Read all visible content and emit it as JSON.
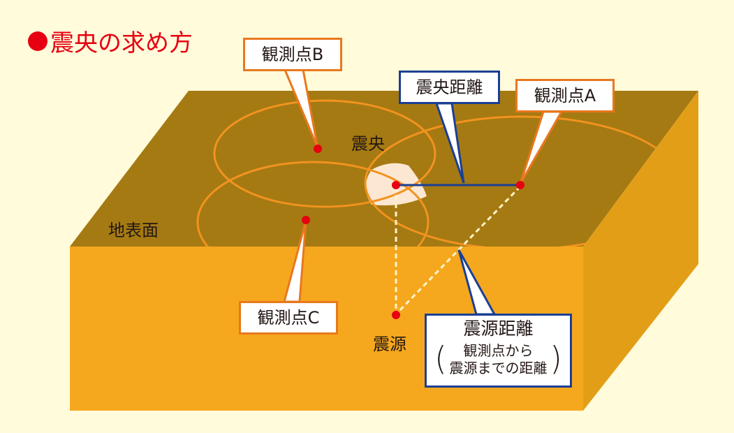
{
  "title": "震央の求め方",
  "callouts": {
    "station_b": "観測点B",
    "station_a": "観測点A",
    "station_c": "観測点C",
    "epicentral_distance": "震央距離",
    "hypocentral_distance": "震源距離",
    "hypocentral_note_line1": "観測点から",
    "hypocentral_note_line2": "震源までの距離"
  },
  "labels": {
    "epicenter": "震央",
    "ground_surface": "地表面",
    "hypocenter": "震源"
  },
  "paren_open": "(",
  "paren_close": ")",
  "colors": {
    "background": "#fffbdb",
    "title_red": "#e60012",
    "surface_top": "#a57a12",
    "front_face": "#f5a81e",
    "side_face": "#e39e18",
    "circle": "#f2931f",
    "epicenter_area": "#fce7d2",
    "point_red": "#e60012",
    "orange_border": "#e8781e",
    "blue_border": "#1b3f94",
    "dotted_line": "#fff3c8"
  }
}
